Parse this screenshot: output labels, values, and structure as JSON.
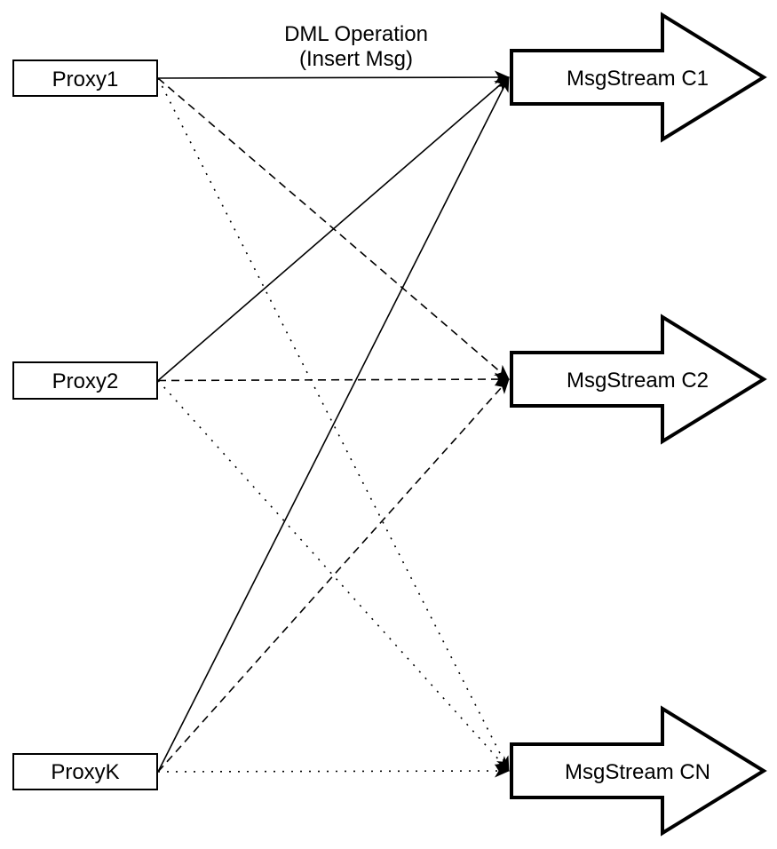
{
  "page": {
    "background_color": "#ffffff"
  },
  "diagram": {
    "annotation": {
      "line1": "DML Operation",
      "line2": "(Insert Msg)"
    },
    "proxies": [
      {
        "id": "proxy1",
        "label": "Proxy1"
      },
      {
        "id": "proxy2",
        "label": "Proxy2"
      },
      {
        "id": "proxyk",
        "label": "ProxyK"
      }
    ],
    "streams": [
      {
        "id": "c1",
        "label": "MsgStream C1"
      },
      {
        "id": "c2",
        "label": "MsgStream C2"
      },
      {
        "id": "cn",
        "label": "MsgStream CN"
      }
    ],
    "connections": [
      {
        "from": "Proxy1",
        "to": "MsgStream C1",
        "line_style": "solid"
      },
      {
        "from": "Proxy2",
        "to": "MsgStream C1",
        "line_style": "solid"
      },
      {
        "from": "ProxyK",
        "to": "MsgStream C1",
        "line_style": "solid"
      },
      {
        "from": "Proxy1",
        "to": "MsgStream C2",
        "line_style": "dashed"
      },
      {
        "from": "Proxy2",
        "to": "MsgStream C2",
        "line_style": "dashed"
      },
      {
        "from": "ProxyK",
        "to": "MsgStream C2",
        "line_style": "dashed"
      },
      {
        "from": "Proxy1",
        "to": "MsgStream CN",
        "line_style": "dotted"
      },
      {
        "from": "Proxy2",
        "to": "MsgStream CN",
        "line_style": "dotted"
      },
      {
        "from": "ProxyK",
        "to": "MsgStream CN",
        "line_style": "dotted"
      }
    ],
    "colors": {
      "line": "#000000",
      "shape_fill": "#ffffff",
      "text": "#000000"
    }
  }
}
